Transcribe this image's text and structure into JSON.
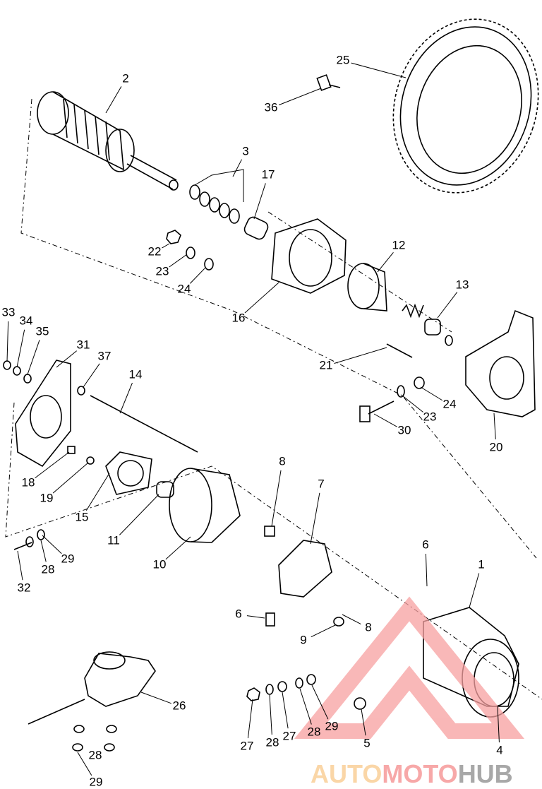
{
  "diagram": {
    "type": "exploded parts diagram - electric starter motor",
    "callouts": [
      "2",
      "25",
      "36",
      "3",
      "17",
      "22",
      "23",
      "24",
      "12",
      "13",
      "16",
      "33",
      "34",
      "35",
      "31",
      "37",
      "14",
      "21",
      "24",
      "23",
      "30",
      "20",
      "18",
      "19",
      "15",
      "11",
      "8",
      "7",
      "10",
      "6",
      "1",
      "28",
      "29",
      "32",
      "6",
      "8",
      "9",
      "26",
      "27",
      "28",
      "27",
      "28",
      "29",
      "5",
      "4",
      "28",
      "29"
    ]
  },
  "watermark": {
    "part1": "AUTO",
    "part2": "MOTO",
    "part3": "HUB",
    "colors": {
      "auto": "#f9c98a",
      "moto": "#f58b8b",
      "hub": "#8c8c8c",
      "logo": "#f7a0a0"
    }
  }
}
